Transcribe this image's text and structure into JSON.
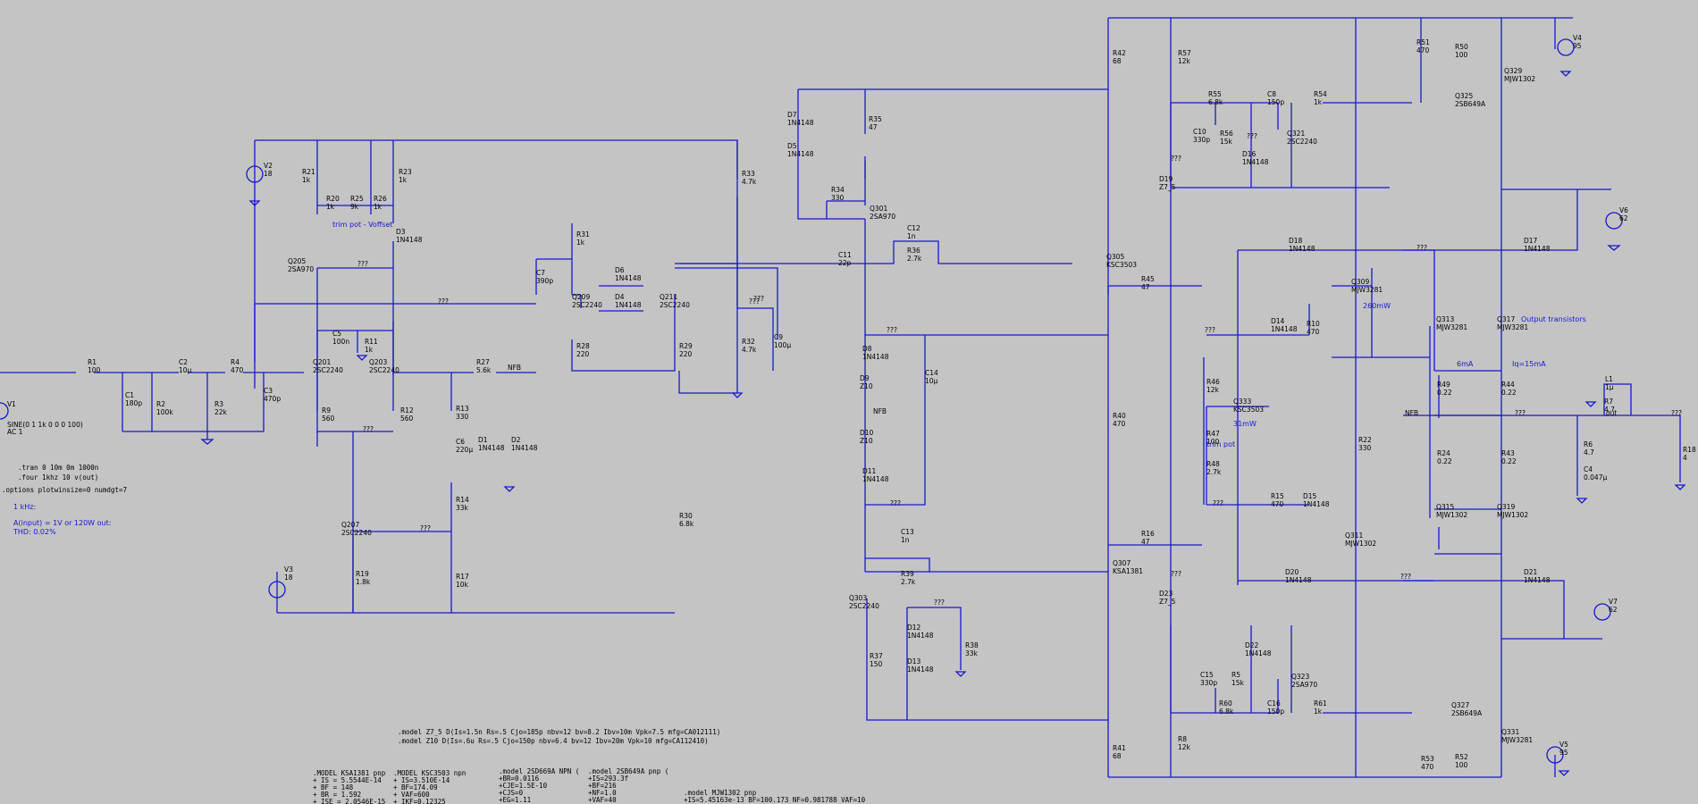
{
  "colors": {
    "background": "#c4c4c4",
    "wire": "#1818cc",
    "text": "#000000",
    "note": "#1818cc"
  },
  "sources": [
    {
      "name": "V1",
      "value": "SINE(0 1 1k 0 0 0 100)",
      "extra": "AC 1"
    },
    {
      "name": "V2",
      "value": "18"
    },
    {
      "name": "V3",
      "value": "18"
    },
    {
      "name": "V4",
      "value": "95"
    },
    {
      "name": "V5",
      "value": "95"
    },
    {
      "name": "V6",
      "value": "62"
    },
    {
      "name": "V7",
      "value": "62"
    }
  ],
  "resistors": [
    {
      "n": "R1",
      "v": "100"
    },
    {
      "n": "R2",
      "v": "100k"
    },
    {
      "n": "R3",
      "v": "22k"
    },
    {
      "n": "R4",
      "v": "470"
    },
    {
      "n": "R21",
      "v": "1k"
    },
    {
      "n": "R23",
      "v": "1k"
    },
    {
      "n": "R20",
      "v": "1k"
    },
    {
      "n": "R25",
      "v": "9k"
    },
    {
      "n": "R26",
      "v": "1k"
    },
    {
      "n": "R9",
      "v": "560"
    },
    {
      "n": "R12",
      "v": "560"
    },
    {
      "n": "R11",
      "v": "1k"
    },
    {
      "n": "R27",
      "v": "5.6k"
    },
    {
      "n": "R13",
      "v": "330"
    },
    {
      "n": "R14",
      "v": "33k"
    },
    {
      "n": "R17",
      "v": "10k"
    },
    {
      "n": "R19",
      "v": "1.8k"
    },
    {
      "n": "R31",
      "v": "1k"
    },
    {
      "n": "R28",
      "v": "220"
    },
    {
      "n": "R29",
      "v": "220"
    },
    {
      "n": "R30",
      "v": "6.8k"
    },
    {
      "n": "R33",
      "v": "4.7k"
    },
    {
      "n": "R32",
      "v": "4.7k"
    },
    {
      "n": "R35",
      "v": "47"
    },
    {
      "n": "R34",
      "v": "330"
    },
    {
      "n": "R36",
      "v": "2.7k"
    },
    {
      "n": "R39",
      "v": "2.7k"
    },
    {
      "n": "R37",
      "v": "150"
    },
    {
      "n": "R38",
      "v": "33k"
    },
    {
      "n": "R42",
      "v": "68"
    },
    {
      "n": "R41",
      "v": "68"
    },
    {
      "n": "R40",
      "v": "470"
    },
    {
      "n": "R45",
      "v": "47"
    },
    {
      "n": "R16",
      "v": "47"
    },
    {
      "n": "R57",
      "v": "12k"
    },
    {
      "n": "R8",
      "v": "12k"
    },
    {
      "n": "R55",
      "v": "6.8k"
    },
    {
      "n": "R60",
      "v": "6.8k"
    },
    {
      "n": "R56",
      "v": "15k"
    },
    {
      "n": "R5",
      "v": "15k"
    },
    {
      "n": "R54",
      "v": "1k"
    },
    {
      "n": "R61",
      "v": "1k"
    },
    {
      "n": "R46",
      "v": "12k"
    },
    {
      "n": "R47",
      "v": "100"
    },
    {
      "n": "R48",
      "v": "2.7k"
    },
    {
      "n": "R22",
      "v": "330"
    },
    {
      "n": "R10",
      "v": "470"
    },
    {
      "n": "R15",
      "v": "470"
    },
    {
      "n": "R51",
      "v": "470"
    },
    {
      "n": "R50",
      "v": "100"
    },
    {
      "n": "R53",
      "v": "470"
    },
    {
      "n": "R52",
      "v": "100"
    },
    {
      "n": "R49",
      "v": "0.22"
    },
    {
      "n": "R44",
      "v": "0.22"
    },
    {
      "n": "R24",
      "v": "0.22"
    },
    {
      "n": "R43",
      "v": "0.22"
    },
    {
      "n": "R6",
      "v": "4.7"
    },
    {
      "n": "R7",
      "v": "4.7"
    },
    {
      "n": "R18",
      "v": "4"
    }
  ],
  "capacitors": [
    {
      "n": "C1",
      "v": "180p"
    },
    {
      "n": "C2",
      "v": "10µ"
    },
    {
      "n": "C3",
      "v": "470p"
    },
    {
      "n": "C5",
      "v": "100n"
    },
    {
      "n": "C6",
      "v": "220µ"
    },
    {
      "n": "C7",
      "v": "390p"
    },
    {
      "n": "C9",
      "v": "100µ"
    },
    {
      "n": "C11",
      "v": "22p"
    },
    {
      "n": "C12",
      "v": "1n"
    },
    {
      "n": "C13",
      "v": "1n"
    },
    {
      "n": "C14",
      "v": "10µ"
    },
    {
      "n": "C8",
      "v": "150p"
    },
    {
      "n": "C10",
      "v": "330p"
    },
    {
      "n": "C15",
      "v": "330p"
    },
    {
      "n": "C16",
      "v": "150p"
    },
    {
      "n": "C4",
      "v": "0.047µ"
    }
  ],
  "inductors": [
    {
      "n": "L1",
      "v": "1µ"
    }
  ],
  "diodes": [
    {
      "n": "D1",
      "v": "1N4148"
    },
    {
      "n": "D2",
      "v": "1N4148"
    },
    {
      "n": "D3",
      "v": "1N4148"
    },
    {
      "n": "D4",
      "v": "1N4148"
    },
    {
      "n": "D5",
      "v": "1N4148"
    },
    {
      "n": "D6",
      "v": "1N4148"
    },
    {
      "n": "D7",
      "v": "1N4148"
    },
    {
      "n": "D8",
      "v": "1N4148"
    },
    {
      "n": "D9",
      "v": "Z10"
    },
    {
      "n": "D10",
      "v": "Z10"
    },
    {
      "n": "D11",
      "v": "1N4148"
    },
    {
      "n": "D12",
      "v": "1N4148"
    },
    {
      "n": "D13",
      "v": "1N4148"
    },
    {
      "n": "D14",
      "v": "1N4148"
    },
    {
      "n": "D15",
      "v": "1N4148"
    },
    {
      "n": "D16",
      "v": "1N4148"
    },
    {
      "n": "D17",
      "v": "1N4148"
    },
    {
      "n": "D18",
      "v": "1N4148"
    },
    {
      "n": "D19",
      "v": "Z7_5"
    },
    {
      "n": "D20",
      "v": "1N4148"
    },
    {
      "n": "D21",
      "v": "1N4148"
    },
    {
      "n": "D22",
      "v": "1N4148"
    },
    {
      "n": "D23",
      "v": "Z7_5"
    }
  ],
  "transistors": [
    {
      "n": "Q201",
      "v": "2SC2240"
    },
    {
      "n": "Q203",
      "v": "2SC2240"
    },
    {
      "n": "Q205",
      "v": "2SA970"
    },
    {
      "n": "Q207",
      "v": "2SC2240"
    },
    {
      "n": "Q209",
      "v": "2SC2240"
    },
    {
      "n": "Q211",
      "v": "2SC2240"
    },
    {
      "n": "Q301",
      "v": "2SA970"
    },
    {
      "n": "Q303",
      "v": "2SC2240"
    },
    {
      "n": "Q305",
      "v": "KSC3503"
    },
    {
      "n": "Q307",
      "v": "KSA1381"
    },
    {
      "n": "Q309",
      "v": "MJW3281"
    },
    {
      "n": "Q311",
      "v": "MJW1302"
    },
    {
      "n": "Q313",
      "v": "MJW3281"
    },
    {
      "n": "Q315",
      "v": "MJW1302"
    },
    {
      "n": "Q317",
      "v": "MJW3281"
    },
    {
      "n": "Q319",
      "v": "MJW1302"
    },
    {
      "n": "Q321",
      "v": "2SC2240"
    },
    {
      "n": "Q323",
      "v": "2SA970"
    },
    {
      "n": "Q325",
      "v": "2SB649A"
    },
    {
      "n": "Q327",
      "v": "2SB649A"
    },
    {
      "n": "Q329",
      "v": "MJW1302"
    },
    {
      "n": "Q331",
      "v": "MJW3281"
    },
    {
      "n": "Q333",
      "v": "KSC3503"
    }
  ],
  "net_labels": {
    "nfb": "NFB",
    "out": "out",
    "unknown": "???"
  },
  "annotations": {
    "trim_voffset": "trim pot - Voffset",
    "trim_pot": "trim pot",
    "power_309": "260mW",
    "power_333": "31mW",
    "output_transistors": "Output transistors",
    "bias_6ma": "6mA",
    "bias_iq": "Iq=15mA",
    "khz": "1 kHz:",
    "ainput": "A(input) = 1V or 120W out:",
    "thd": "THD: 0.02%"
  },
  "directives": [
    ".tran 0 10m 0m 1000n",
    ".four 1khz 10 v(out)",
    ".options plotwinsize=0 numdgt=7"
  ],
  "models": {
    "z75": ".model Z7_5 D(Is=1.5n Rs=.5 Cjo=185p nbv=12 bv=8.2 Ibv=10m Vpk=7.5 mfg=CA012111)",
    "z10": ".model Z10 D(Is=.6u Rs=.5 Cjo=150p nbv=6.4 bv=12 Ibv=20m Vpk=10 mfg=CA112410)",
    "ksa1381": [
      ".MODEL KSA1381 pnp",
      "+ IS = 5.5544E-14",
      "+ BF = 148",
      "+ BR = 1.592",
      "+ ISE = 2.0546E-15"
    ],
    "ksc3503": [
      ".MODEL KSC3503 npn",
      "+ IS=3.510E-14",
      "+ BF=174.09",
      "+ VAF=600",
      "+ IKF=0.12325"
    ],
    "d669a": [
      ".model 2SD669A NPN (",
      "+BR=0.0116",
      "+CJE=1.5E-10",
      "+CJS=0",
      "+EG=1.11"
    ],
    "b649a": [
      ".model 2SB649A pnp (",
      "+IS=293.3f",
      "+BF=216",
      "+NF=1.0",
      "+VAF=40"
    ],
    "mjw1302": [
      ".model MJW1302 pnp",
      "+IS=5.45163e-13 BF=100.173 NF=0.981788 VAF=10"
    ]
  }
}
